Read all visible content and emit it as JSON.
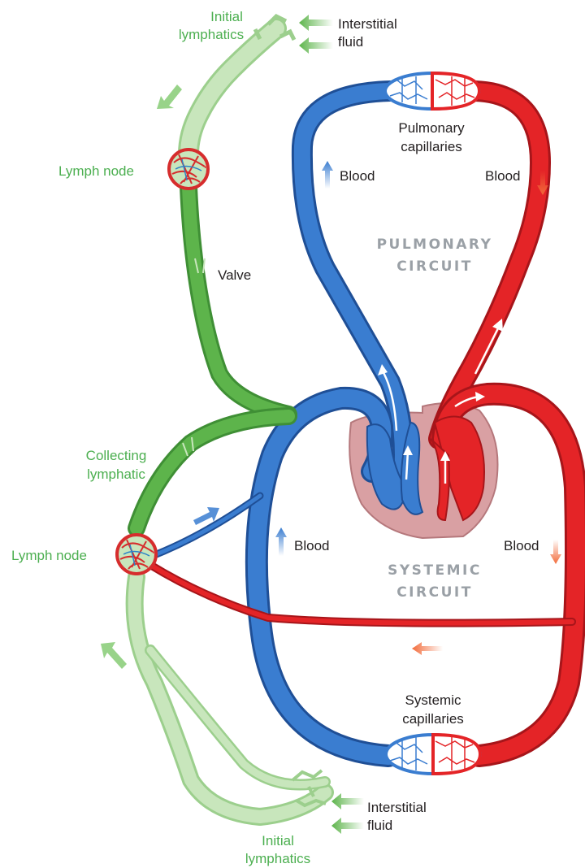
{
  "labels": {
    "initial_lymphatics_top": [
      "Initial",
      "lymphatics"
    ],
    "interstitial_fluid_top": [
      "Interstitial",
      "fluid"
    ],
    "lymph_node_top": "Lymph node",
    "valve": "Valve",
    "pulmonary_capillaries": [
      "Pulmonary",
      "capillaries"
    ],
    "blood_pulmonary_left": "Blood",
    "blood_pulmonary_right": "Blood",
    "pulmonary_circuit": [
      "PULMONARY",
      "CIRCUIT"
    ],
    "collecting_lymphatic": [
      "Collecting",
      "lymphatic"
    ],
    "lymph_node_bottom": "Lymph node",
    "blood_systemic_left": "Blood",
    "blood_systemic_right": "Blood",
    "systemic_circuit": [
      "SYSTEMIC",
      "CIRCUIT"
    ],
    "systemic_capillaries": [
      "Systemic",
      "capillaries"
    ],
    "interstitial_fluid_bottom": [
      "Interstitial",
      "fluid"
    ],
    "initial_lymphatics_bottom": [
      "Initial",
      "lymphatics"
    ]
  },
  "colors": {
    "blood_deoxygenated": "#3a7dd0",
    "blood_oxygenated": "#e42427",
    "lymph_dark": "#5db44b",
    "lymph_light": "#c8e6bc",
    "heart_sac": "#d9a0a3",
    "label_green": "#4caf50",
    "label_gray": "#9aa0a6"
  }
}
